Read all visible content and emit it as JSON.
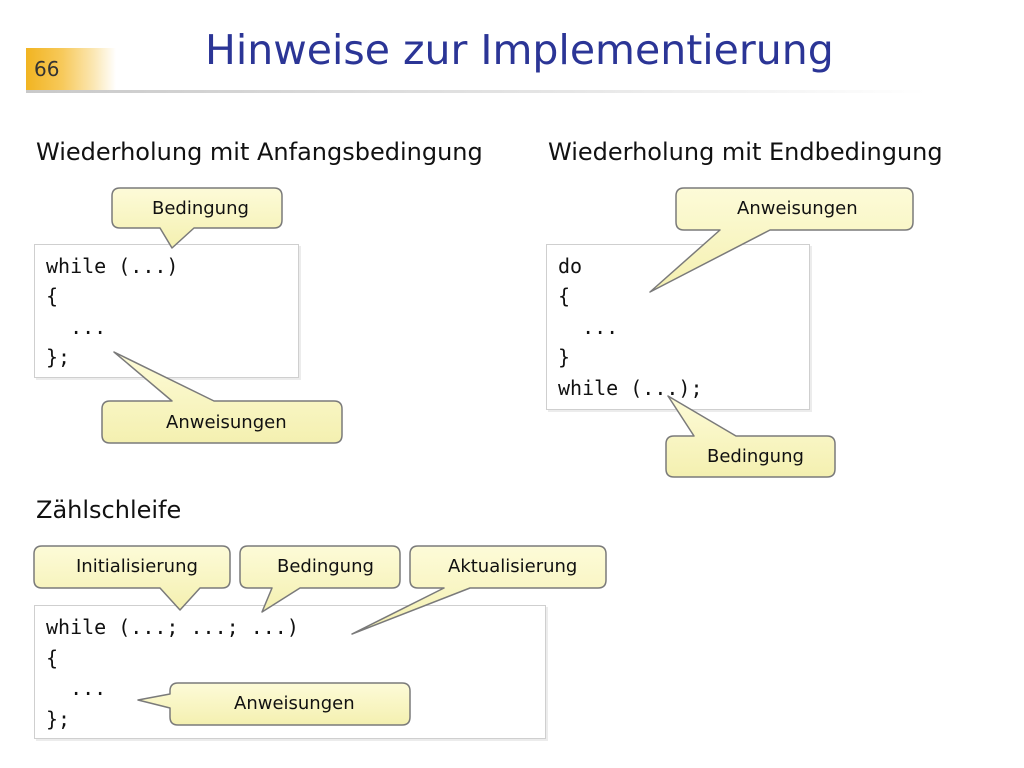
{
  "slide": {
    "page_number": "66",
    "title": "Hinweise zur Implementierung"
  },
  "sections": {
    "anfang": {
      "heading": "Wiederholung mit Anfangsbedingung",
      "code": [
        "while (...)",
        "{",
        "  ...",
        "};"
      ],
      "callouts": {
        "condition": "Bedingung",
        "statements": "Anweisungen"
      }
    },
    "ende": {
      "heading": "Wiederholung mit Endbedingung",
      "code": [
        "do",
        "{",
        "  ...",
        "}",
        "while (...);"
      ],
      "callouts": {
        "statements": "Anweisungen",
        "condition": "Bedingung"
      }
    },
    "zaehl": {
      "heading": "Zählschleife",
      "code": [
        "while (...; ...; ...)",
        "{",
        "  ...",
        "};"
      ],
      "callouts": {
        "init": "Initialisierung",
        "condition": "Bedingung",
        "update": "Aktualisierung",
        "statements": "Anweisungen"
      }
    }
  },
  "colors": {
    "title": "#2b3596",
    "callout_fill": "#fbf8c4",
    "callout_stroke": "#7a7a7a",
    "page_number_accent": "#f1b421"
  }
}
